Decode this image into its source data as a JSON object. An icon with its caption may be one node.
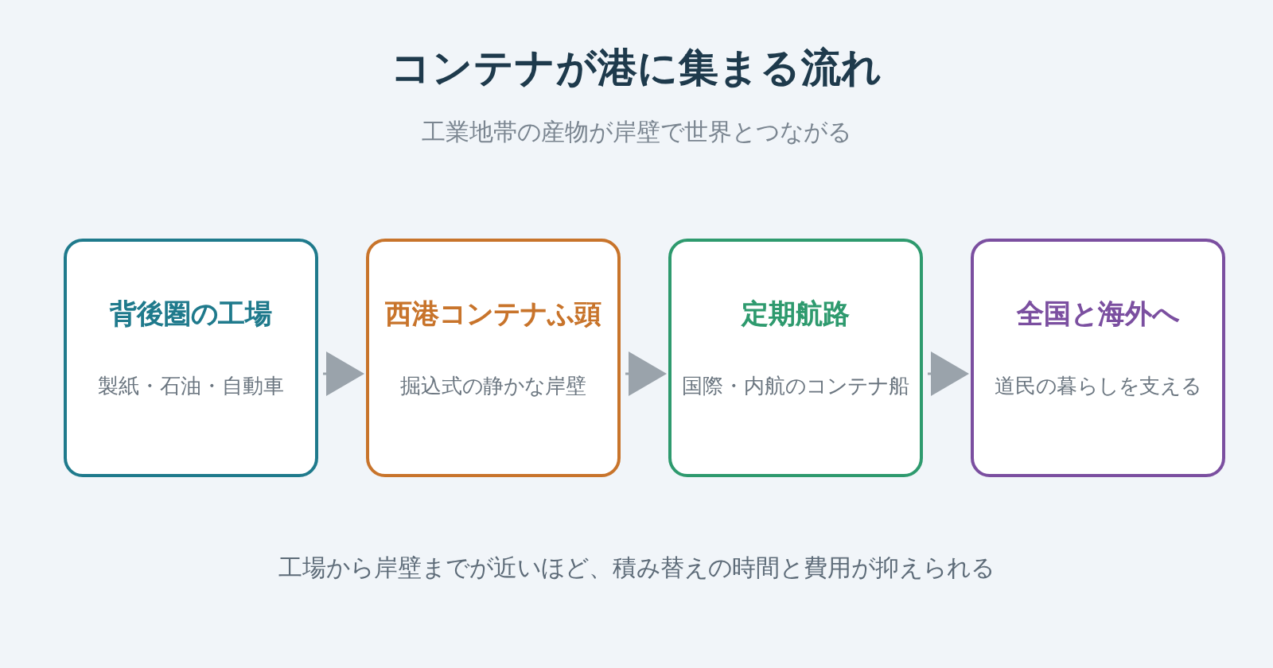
{
  "diagram": {
    "title": "コンテナが港に集まる流れ",
    "caption": "工場から岸壁までが近いほど、積み替えの時間と費用が抑えられる",
    "nodes": [
      {
        "text": [
          "背後圏の工場",
          "製紙・石油・自動車"
        ]
      },
      {
        "text": [
          "西港コンテナふ頭",
          "掘込式の静かな岸壁"
        ]
      },
      {
        "text": [
          "定期航路",
          "国際・内航のコンテナ船"
        ]
      },
      {
        "text": [
          "全国と海外へ",
          "道民の暮らしを支える"
        ]
      }
    ],
    "edges": [
      {
        "from": 0,
        "to": 1,
        "arrow": "to"
      },
      {
        "from": 1,
        "to": 2,
        "arrow": "to"
      },
      {
        "from": 2,
        "to": 3,
        "arrow": "to"
      }
    ],
    "labels": [
      "工業地帯の産物が岸壁で世界とつながる"
    ]
  }
}
